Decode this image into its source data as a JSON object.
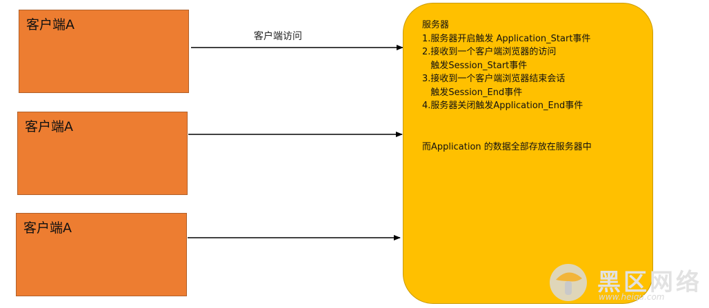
{
  "clients": [
    {
      "label": "客户端A"
    },
    {
      "label": "客户端A"
    },
    {
      "label": "客户端A"
    }
  ],
  "arrow_label": "客户端访问",
  "server": {
    "lines": [
      "服务器",
      "1.服务器开启触发 Application_Start事件",
      "2.接收到一个客户端浏览器的访问",
      "   触发Session_Start事件",
      "3.接收到一个客户端浏览器结束会话",
      "   触发Session_End事件",
      "4.服务器关闭触发Application_End事件"
    ],
    "note": "而Application 的数据全部存放在服务器中"
  },
  "watermark": {
    "text": "黑区网络",
    "url": "www.heiqu.com"
  },
  "colors": {
    "client_fill": "#ED7D31",
    "server_fill": "#FFC000"
  }
}
